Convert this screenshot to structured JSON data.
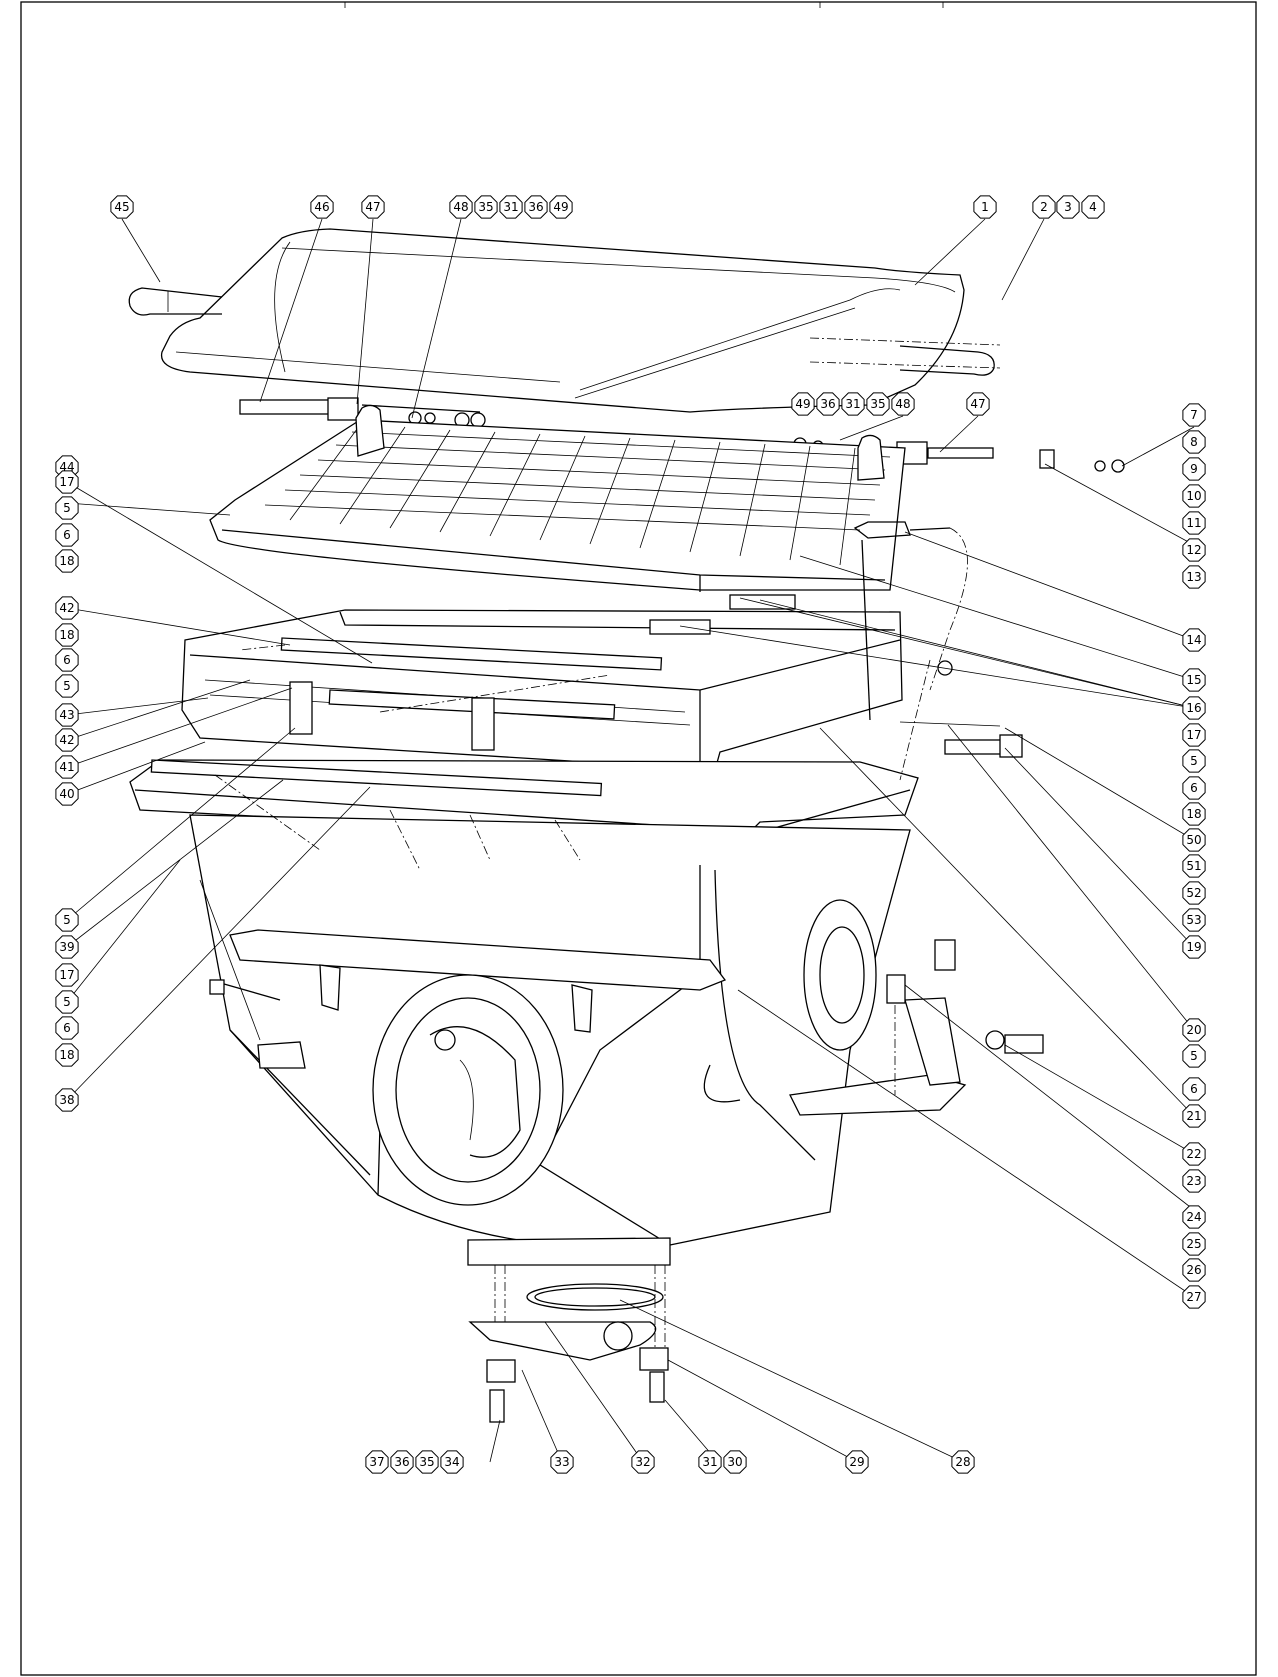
{
  "drawing": {
    "type": "exploded assembly drawing",
    "callouts": [
      {
        "id": "c45",
        "label": "45"
      },
      {
        "id": "c46",
        "label": "46"
      },
      {
        "id": "c47a",
        "label": "47"
      },
      {
        "id": "c48a",
        "label": "48"
      },
      {
        "id": "c35a",
        "label": "35"
      },
      {
        "id": "c31a",
        "label": "31"
      },
      {
        "id": "c36a",
        "label": "36"
      },
      {
        "id": "c49a",
        "label": "49"
      },
      {
        "id": "c1",
        "label": "1"
      },
      {
        "id": "c2",
        "label": "2"
      },
      {
        "id": "c3",
        "label": "3"
      },
      {
        "id": "c4",
        "label": "4"
      },
      {
        "id": "c49b",
        "label": "49"
      },
      {
        "id": "c36b",
        "label": "36"
      },
      {
        "id": "c31b",
        "label": "31"
      },
      {
        "id": "c35b",
        "label": "35"
      },
      {
        "id": "c48b",
        "label": "48"
      },
      {
        "id": "c47b",
        "label": "47"
      },
      {
        "id": "c7",
        "label": "7"
      },
      {
        "id": "c8",
        "label": "8"
      },
      {
        "id": "c9",
        "label": "9"
      },
      {
        "id": "c10",
        "label": "10"
      },
      {
        "id": "c11",
        "label": "11"
      },
      {
        "id": "c12",
        "label": "12"
      },
      {
        "id": "c13",
        "label": "13"
      },
      {
        "id": "c14",
        "label": "14"
      },
      {
        "id": "c15",
        "label": "15"
      },
      {
        "id": "c16",
        "label": "16"
      },
      {
        "id": "c17r",
        "label": "17"
      },
      {
        "id": "c5r1",
        "label": "5"
      },
      {
        "id": "c6r1",
        "label": "6"
      },
      {
        "id": "c18r",
        "label": "18"
      },
      {
        "id": "c50",
        "label": "50"
      },
      {
        "id": "c51",
        "label": "51"
      },
      {
        "id": "c52",
        "label": "52"
      },
      {
        "id": "c53",
        "label": "53"
      },
      {
        "id": "c19",
        "label": "19"
      },
      {
        "id": "c20",
        "label": "20"
      },
      {
        "id": "c5r2",
        "label": "5"
      },
      {
        "id": "c6r2",
        "label": "6"
      },
      {
        "id": "c21",
        "label": "21"
      },
      {
        "id": "c22",
        "label": "22"
      },
      {
        "id": "c23",
        "label": "23"
      },
      {
        "id": "c24",
        "label": "24"
      },
      {
        "id": "c25",
        "label": "25"
      },
      {
        "id": "c26",
        "label": "26"
      },
      {
        "id": "c27",
        "label": "27"
      },
      {
        "id": "c44",
        "label": "44"
      },
      {
        "id": "c17l1",
        "label": "17"
      },
      {
        "id": "c5l1",
        "label": "5"
      },
      {
        "id": "c6l1",
        "label": "6"
      },
      {
        "id": "c18l1",
        "label": "18"
      },
      {
        "id": "c42a",
        "label": "42"
      },
      {
        "id": "c18l2",
        "label": "18"
      },
      {
        "id": "c6l2",
        "label": "6"
      },
      {
        "id": "c5l2",
        "label": "5"
      },
      {
        "id": "c43",
        "label": "43"
      },
      {
        "id": "c42b",
        "label": "42"
      },
      {
        "id": "c41",
        "label": "41"
      },
      {
        "id": "c40",
        "label": "40"
      },
      {
        "id": "c5l3",
        "label": "5"
      },
      {
        "id": "c39",
        "label": "39"
      },
      {
        "id": "c17l2",
        "label": "17"
      },
      {
        "id": "c5l4",
        "label": "5"
      },
      {
        "id": "c6l3",
        "label": "6"
      },
      {
        "id": "c18l3",
        "label": "18"
      },
      {
        "id": "c38",
        "label": "38"
      },
      {
        "id": "c37",
        "label": "37"
      },
      {
        "id": "c36c",
        "label": "36"
      },
      {
        "id": "c35c",
        "label": "35"
      },
      {
        "id": "c34",
        "label": "34"
      },
      {
        "id": "c33",
        "label": "33"
      },
      {
        "id": "c32",
        "label": "32"
      },
      {
        "id": "c31c",
        "label": "31"
      },
      {
        "id": "c30",
        "label": "30"
      },
      {
        "id": "c29",
        "label": "29"
      },
      {
        "id": "c28",
        "label": "28"
      }
    ]
  }
}
